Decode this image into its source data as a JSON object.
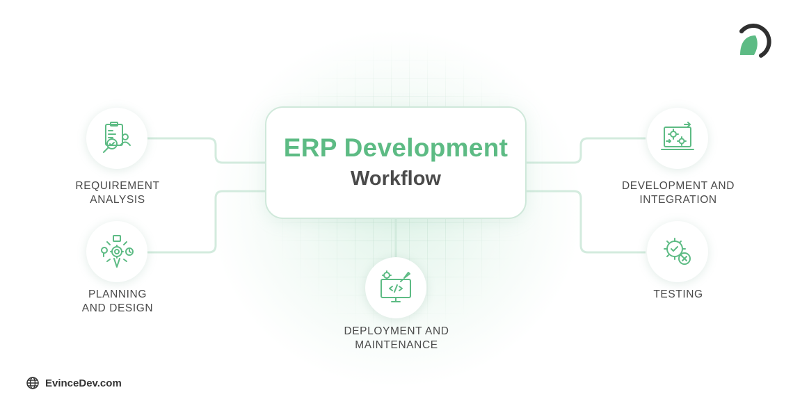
{
  "title": "ERP Development",
  "subtitle": "Workflow",
  "steps": [
    {
      "line1": "REQUIREMENT",
      "line2": "ANALYSIS",
      "icon": "requirement-analysis-icon"
    },
    {
      "line1": "PLANNING",
      "line2": "AND DESIGN",
      "icon": "planning-design-icon"
    },
    {
      "line1": "DEPLOYMENT AND",
      "line2": "MAINTENANCE",
      "icon": "deployment-maintenance-icon"
    },
    {
      "line1": "DEVELOPMENT AND",
      "line2": "INTEGRATION",
      "icon": "development-integration-icon"
    },
    {
      "line1": "TESTING",
      "line2": "",
      "icon": "testing-icon"
    }
  ],
  "footer": {
    "website": "EvinceDev.com",
    "icon": "globe-icon"
  },
  "brand": {
    "icon": "evincedev-logo"
  },
  "colors": {
    "accent": "#5dbb84",
    "connector": "#cfe8da",
    "text": "#4a4a4a",
    "logo_dark": "#2f2f2f"
  }
}
